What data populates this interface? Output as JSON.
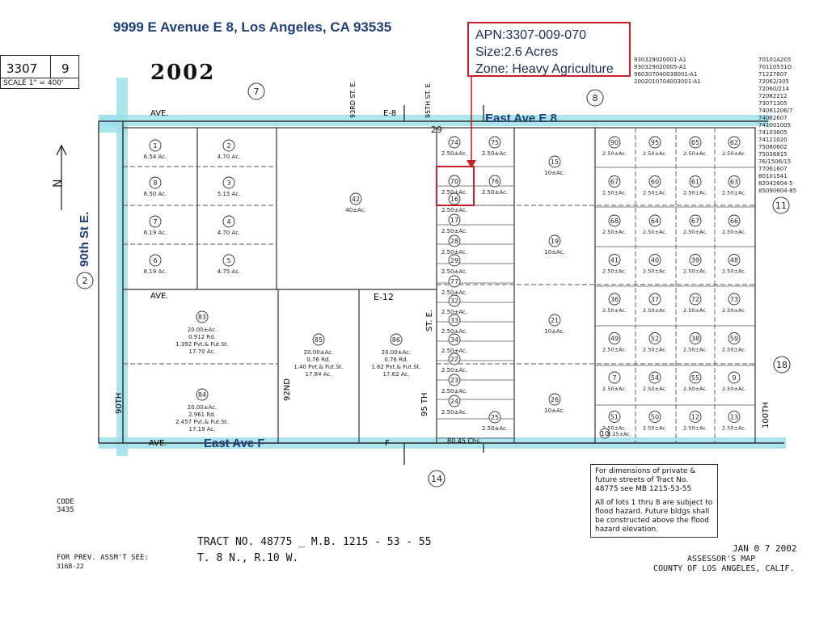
{
  "header": {
    "address": "9999 E Avenue E 8, Los Angeles, CA 93535"
  },
  "apn_box": {
    "apn": "APN:3307-009-070",
    "size": "Size:2.6 Acres",
    "zone": "Zone: Heavy Agriculture"
  },
  "book": {
    "book": "3307",
    "page": "9",
    "scale": "SCALE 1\" = 400'"
  },
  "tract_year": "2002",
  "streets": {
    "east_ave_e8": "East Ave E 8",
    "east_ave_f": "East Ave F",
    "st_90th": "90th St E.",
    "ave_e8_short": "E-8",
    "ave_label": "AVE.",
    "ave_e12": "E-12",
    "ave_f_short": "F",
    "st_92nd": "92ND",
    "st_93rd": "93RD ST. E.",
    "st_95th": "95TH ST. E.",
    "st_95th_lower": "95 TH",
    "st_90th_lower": "90TH",
    "st_100th": "100TH",
    "st_e_label": "ST. E.",
    "chains": "80.45 Chs."
  },
  "map_numbers": [
    "7",
    "8",
    "29",
    "2",
    "11",
    "18",
    "14"
  ],
  "parcels": {
    "col1": [
      {
        "n": "74",
        "a": "2.50±Ac."
      },
      {
        "n": "70",
        "a": "2.50±Ac."
      },
      {
        "n": "16",
        "a": "2.50±Ac."
      },
      {
        "n": "17",
        "a": "2.50±Ac."
      },
      {
        "n": "28",
        "a": "2.50±Ac."
      },
      {
        "n": "29",
        "a": "2.50±Ac."
      },
      {
        "n": "77",
        "a": "2.50±Ac."
      },
      {
        "n": "32",
        "a": "2.50±Ac."
      },
      {
        "n": "33",
        "a": "2.50±Ac."
      },
      {
        "n": "34",
        "a": "2.50±Ac."
      },
      {
        "n": "22",
        "a": "2.50±Ac."
      },
      {
        "n": "23",
        "a": "2.50±Ac."
      },
      {
        "n": "24",
        "a": "2.50±Ac."
      }
    ],
    "col2": [
      {
        "n": "75",
        "a": "2.50±Ac."
      },
      {
        "n": "76",
        "a": "2.50±Ac."
      },
      {
        "n": "25",
        "a": "2.50±Ac."
      }
    ],
    "big": [
      {
        "n": "15",
        "a": "10±Ac."
      },
      {
        "n": "19",
        "a": "10±Ac."
      },
      {
        "n": "21",
        "a": "10±Ac."
      },
      {
        "n": "26",
        "a": "10±Ac."
      }
    ],
    "grid": [
      [
        "90",
        "95",
        "65",
        "62"
      ],
      [
        "67",
        "60",
        "61",
        "63"
      ],
      [
        "68",
        "64",
        "67",
        "66"
      ],
      [
        "41",
        "40",
        "39",
        "48"
      ],
      [
        "36",
        "37",
        "72",
        "73"
      ],
      [
        "49",
        "52",
        "38",
        "59"
      ],
      [
        "7",
        "54",
        "55",
        "9"
      ],
      [
        "51",
        "50",
        "12",
        "13"
      ]
    ],
    "grid_area": "2.50±Ac.",
    "lot10": {
      "n": "10",
      "a": "1.25±Ac."
    },
    "left_lots": [
      {
        "n": "1",
        "a": "6.54 Ac."
      },
      {
        "n": "2",
        "a": "4.70 Ac."
      },
      {
        "n": "8",
        "a": "6.50 Ac."
      },
      {
        "n": "3",
        "a": "5.15 Ac."
      },
      {
        "n": "7",
        "a": "6.19 Ac."
      },
      {
        "n": "4",
        "a": "4.70 Ac."
      },
      {
        "n": "6",
        "a": "6.19 Ac."
      },
      {
        "n": "5",
        "a": "4.75 Ac."
      }
    ],
    "lot42": {
      "n": "42",
      "a": "40±Ac."
    },
    "lot83": {
      "n": "83",
      "a": "20.00±Ac.",
      "b": "0.912 Rd.",
      "c": "1.392 Pvt.& Fut.St.",
      "d": "17.70 Ac."
    },
    "lot84": {
      "n": "84",
      "a": "20.00±Ac.",
      "b": "2.961 Rd.",
      "c": "2.457 Pvt.& Fut.St.",
      "d": "17.19 Ac."
    },
    "lot85": {
      "n": "85",
      "a": "20.00±Ac.",
      "b": "0.76 Rd.",
      "c": "1.40 Pvt.& Fut.St.",
      "d": "17.84 Ac."
    },
    "lot86": {
      "n": "86",
      "a": "20.00±Ac.",
      "b": "0.76 Rd.",
      "c": "1.62 Pvt.& Fut.St.",
      "d": "17.62 Ac."
    }
  },
  "right_list": [
    "70101A205",
    "70110531O",
    "71227607",
    "72062/305",
    "72060/214",
    "72082212",
    "73071305",
    "74061206/7",
    "74082607",
    "741001005",
    "74103605",
    "74121020",
    "75080602",
    "75036815",
    "76/1506/15",
    "77061607",
    "80101541",
    "82042604-5",
    "85090604-85"
  ],
  "top_code_list": [
    "930329020001-A1",
    "930329020005-A1",
    "960307040038001-A1",
    "2002010704003001-A1"
  ],
  "notes": {
    "p1": "For dimensions of private & future streets of Tract No. 48775 see MB 1215-53-55",
    "p2": "All of lots 1 thru 8 are subject to flood hazard. Future bldgs shall be constructed above the flood hazard elevation."
  },
  "footer": {
    "code_label": "CODE",
    "code_value": "3435",
    "tract_line": "TRACT NO. 48775  _  M.B. 1215 - 53 - 55",
    "township": "T. 8 N., R.10 W.",
    "prev_label": "FOR PREV. ASSM'T SEE:",
    "prev_value": "3168-22",
    "date": "JAN 0 7 2002",
    "assessor": "ASSESSOR'S MAP",
    "county": "COUNTY OF LOS ANGELES, CALIF."
  },
  "colors": {
    "road_highlight": "#9fe0ea",
    "apn_border": "#c8202a",
    "label_blue": "#1f3f7a"
  },
  "icons": {
    "north_arrow": "north-arrow-icon"
  }
}
